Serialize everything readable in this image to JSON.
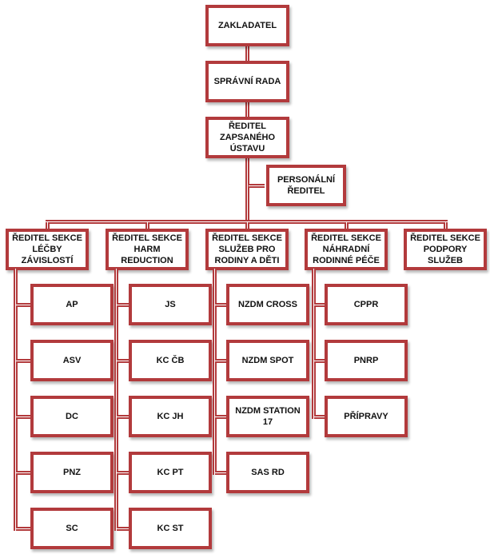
{
  "colors": {
    "border": "#b23a3c",
    "fill": "#ffffff",
    "text": "#111111"
  },
  "top": [
    {
      "id": "zakladatel",
      "label": "ZAKLADATEL"
    },
    {
      "id": "spravni-rada",
      "label": "SPRÁVNÍ RADA"
    },
    {
      "id": "reditel-zu",
      "label": "ŘEDITEL\nZAPSANÉHO\nÚSTAVU"
    }
  ],
  "assistant": {
    "id": "personalni-reditel",
    "label": "PERSONÁLNÍ\nŘEDITEL"
  },
  "sections": [
    {
      "id": "lecby-zavislosti",
      "label": "ŘEDITEL SEKCE\nLÉČBY ZÁVISLOSTÍ",
      "children": [
        "AP",
        "ASV",
        "DC",
        "PNZ",
        "SC"
      ]
    },
    {
      "id": "harm-reduction",
      "label": "ŘEDITEL SEKCE\nHARM REDUCTION",
      "children": [
        "JS",
        "KC ČB",
        "KC JH",
        "KC PT",
        "KC ST"
      ]
    },
    {
      "id": "sluzeb-pro-rodiny",
      "label": "ŘEDITEL SEKCE\nSLUŽEB PRO\nRODINY A DĚTI",
      "children": [
        "NZDM CROSS",
        "NZDM SPOT",
        "NZDM STATION 17",
        "SAS RD"
      ]
    },
    {
      "id": "nahradni-rodinne-pece",
      "label": "ŘEDITEL SEKCE\nNÁHRADNÍ\nRODINNÉ PÉČE",
      "children": [
        "CPPR",
        "PNRP",
        "PŘÍPRAVY"
      ]
    },
    {
      "id": "podpory-sluzeb",
      "label": "ŘEDITEL SEKCE\nPODPORY SLUŽEB",
      "children": []
    }
  ]
}
